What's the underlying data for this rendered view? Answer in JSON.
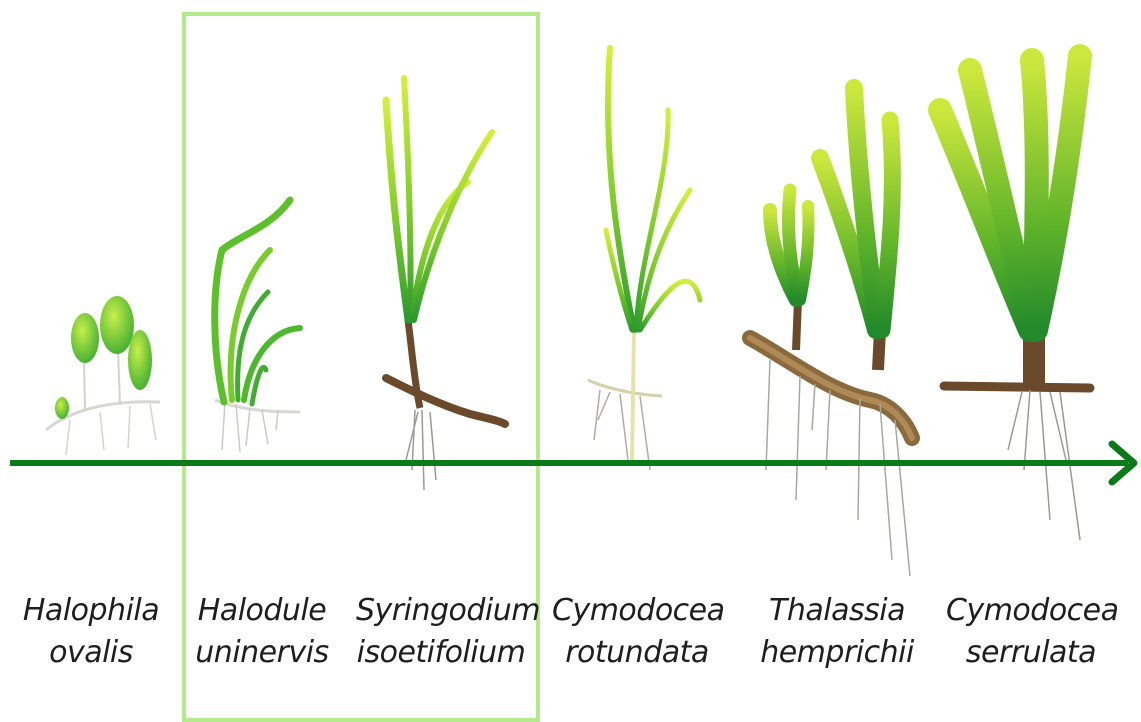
{
  "colors": {
    "axis": "#0b7a18",
    "highlight_box": "#b5ea8c",
    "leaf_light": "#d4ef3a",
    "leaf_dark": "#2c9a2e",
    "rhizome": "#6b4a2b",
    "root": "#9a9a90"
  },
  "highlight_box": {
    "includes": [
      "halodule-uninervis",
      "syringodium-isoetifolium"
    ]
  },
  "species": [
    {
      "id": "halophila-ovalis",
      "genus": "Halophila",
      "epithet": "ovalis",
      "morphology": "oval-leaves"
    },
    {
      "id": "halodule-uninervis",
      "genus": "Halodule",
      "epithet": "uninervis",
      "morphology": "thin-curving-blades"
    },
    {
      "id": "syringodium-isoetifolium",
      "genus": "Syringodium",
      "epithet": "isoetifolium",
      "morphology": "cylindrical-blades"
    },
    {
      "id": "cymodocea-rotundata",
      "genus": "Cymodocea",
      "epithet": "rotundata",
      "morphology": "strap-blades"
    },
    {
      "id": "thalassia-hemprichii",
      "genus": "Thalassia",
      "epithet": "hemprichii",
      "morphology": "strap-blades-thick-rhizome"
    },
    {
      "id": "cymodocea-serrulata",
      "genus": "Cymodocea",
      "epithet": "serrulata",
      "morphology": "broad-strap-blades"
    }
  ],
  "axis_arrow": {
    "direction": "right"
  }
}
